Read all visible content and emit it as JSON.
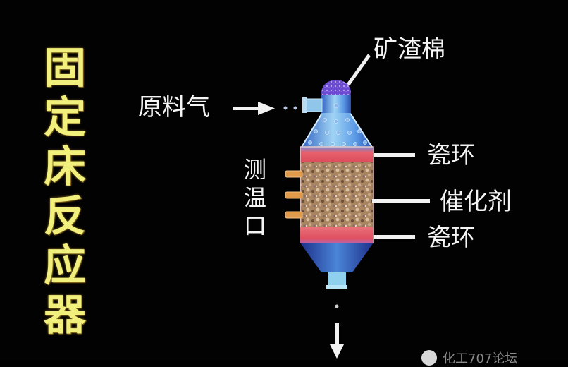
{
  "title": {
    "text": "固定床反应器",
    "chars": [
      "固",
      "定",
      "床",
      "反",
      "应",
      "器"
    ],
    "color": "#f2f07c"
  },
  "labels": {
    "slag_wool": "矿渣棉",
    "feed_gas": "原料气",
    "ceramic_ring_top": "瓷环",
    "catalyst": "催化剂",
    "ceramic_ring_bottom": "瓷环",
    "thermo_port": {
      "text": "测温口",
      "chars": [
        "测",
        "温",
        "口"
      ]
    }
  },
  "reactor": {
    "colors": {
      "shell_blue": "#4f8fe0",
      "shell_light": "#9fd4f2",
      "wool_purple": "#7a5ad8",
      "ceramic_red": "#e0606a",
      "catalyst_tan": "#b08a60",
      "port_orange": "#e09a4a"
    }
  },
  "watermark": {
    "text": "化工707论坛"
  }
}
